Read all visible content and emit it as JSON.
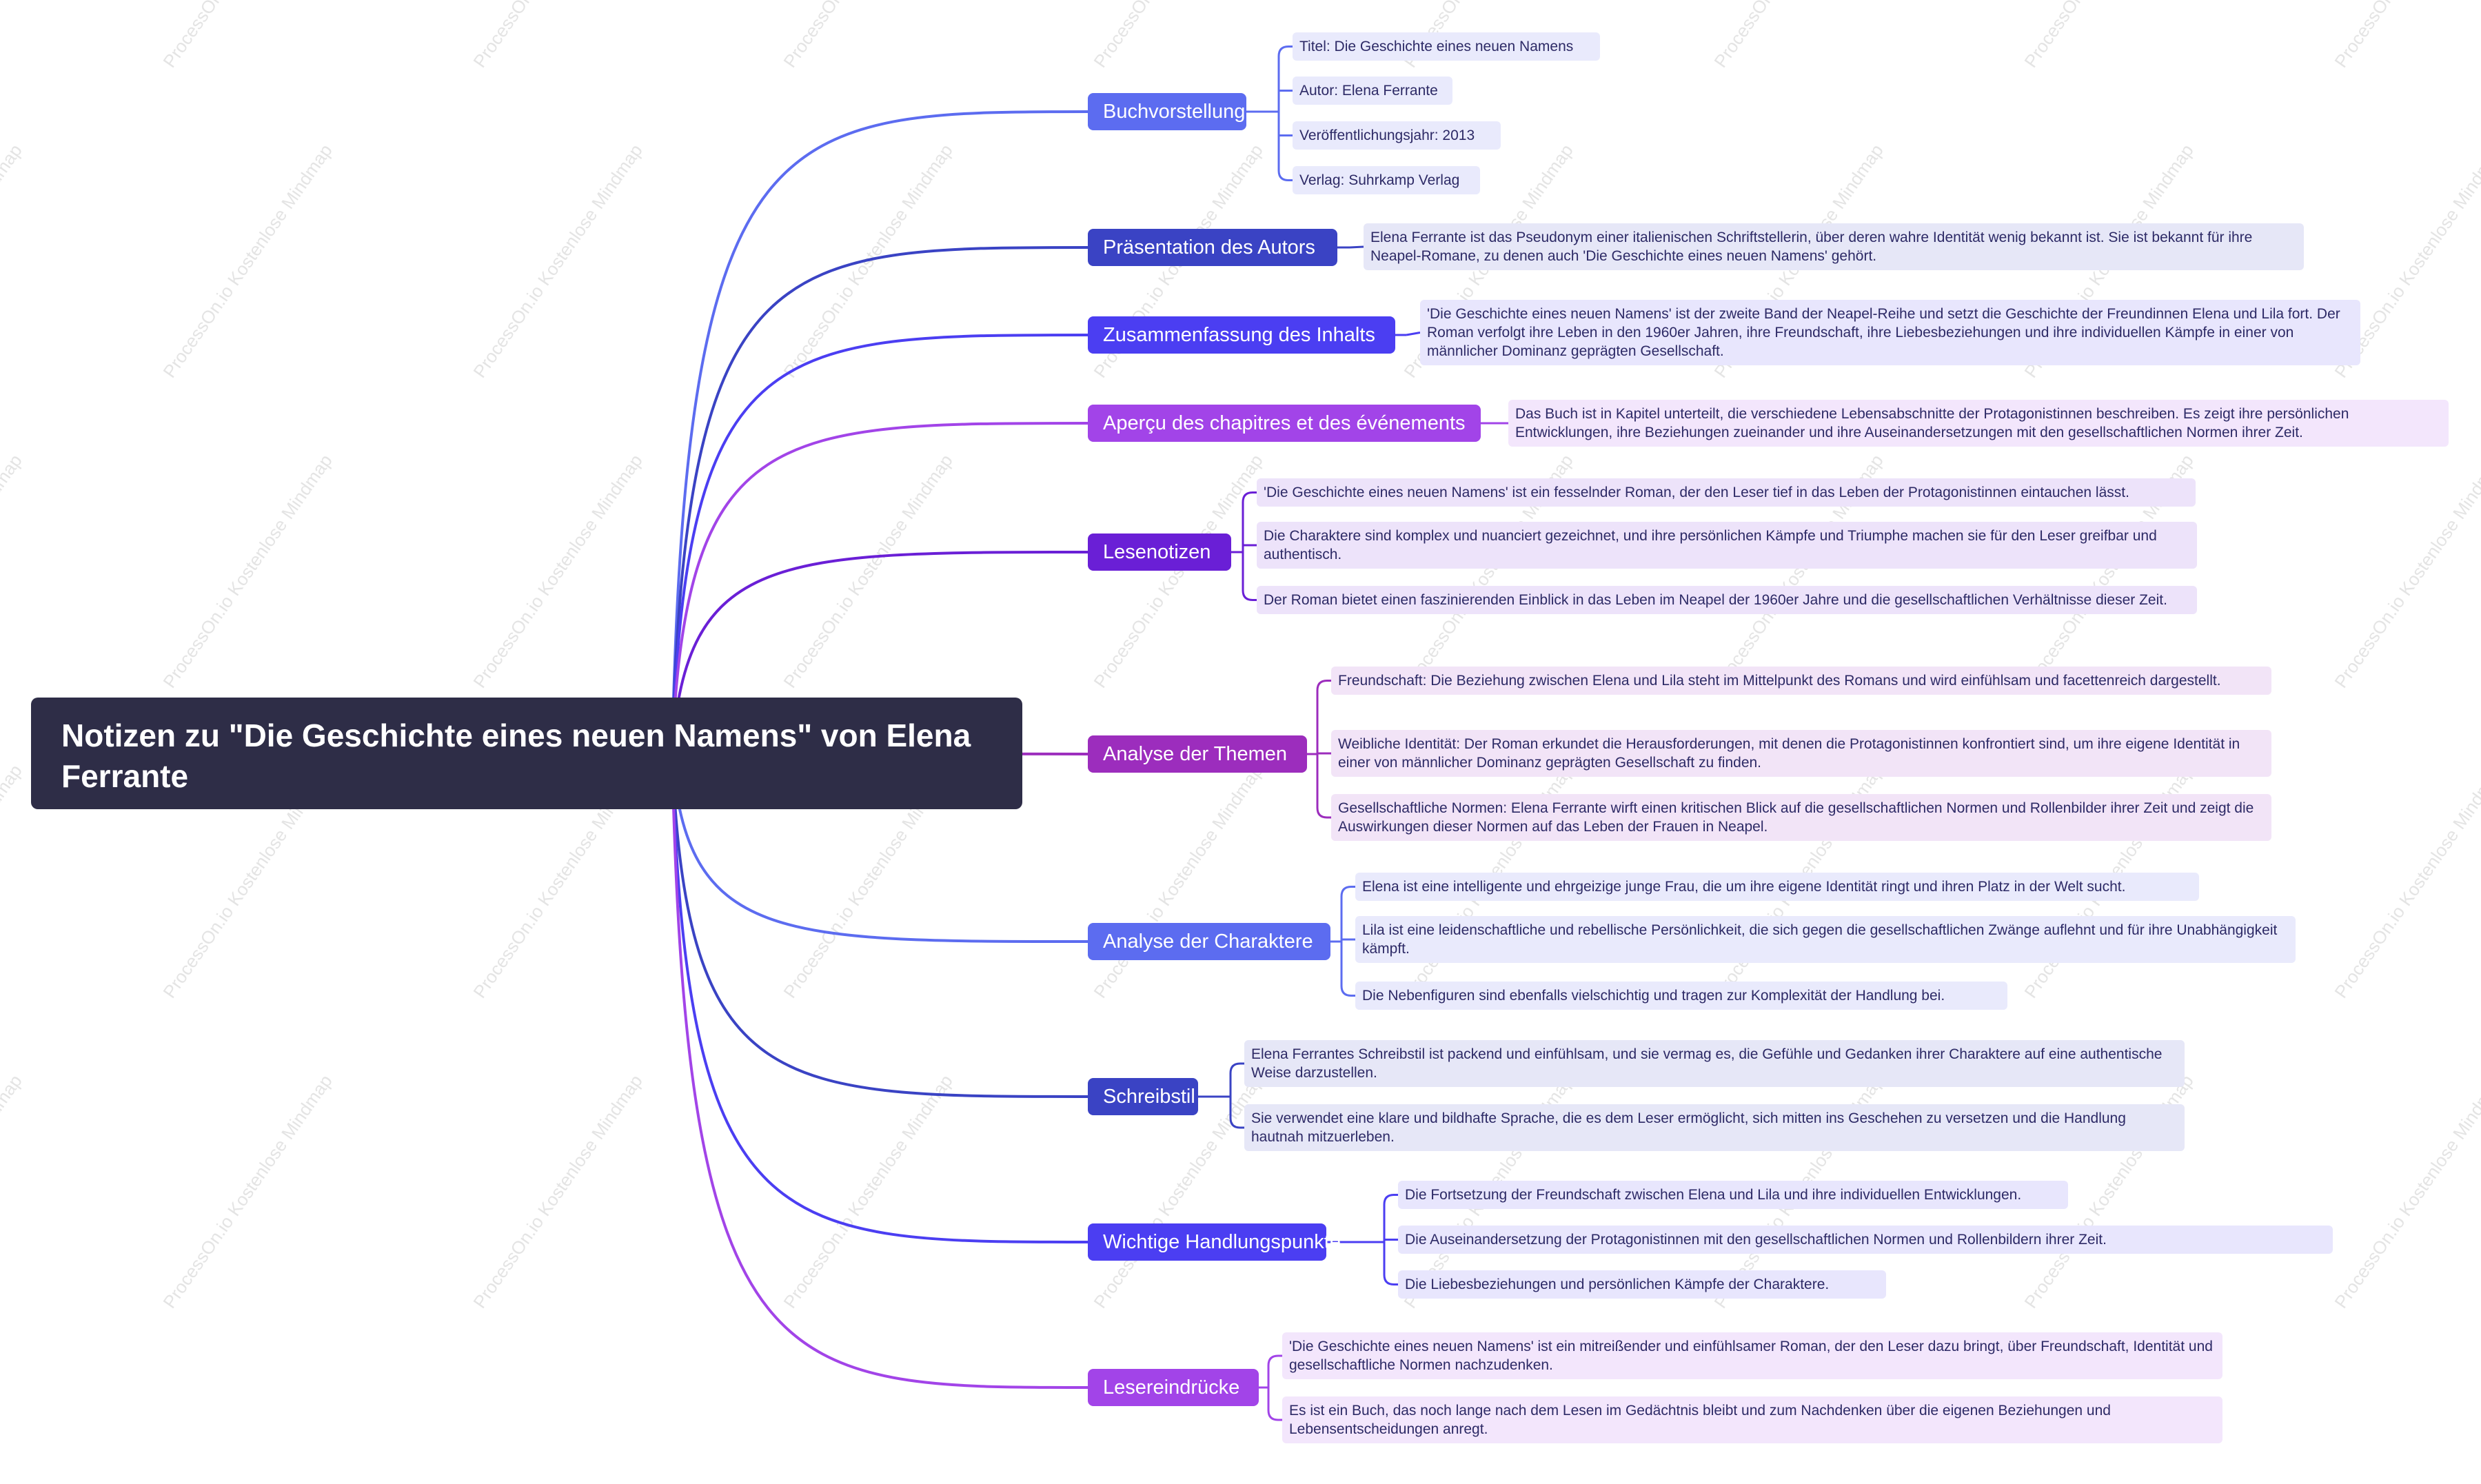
{
  "root": {
    "title": "Notizen zu \"Die Geschichte eines neuen Namens\" von Elena Ferrante"
  },
  "watermark": "ProcessOn.io Kostenlose Mindmap",
  "topics": [
    {
      "label": "Buchvorstellung",
      "color": "#5c6cf0",
      "leaf_bg": "#e9eafc",
      "leaves": [
        "Titel: Die Geschichte eines neuen Namens",
        "Autor: Elena Ferrante",
        "Veröffentlichungsjahr: 2013",
        "Verlag: Suhrkamp Verlag"
      ]
    },
    {
      "label": "Präsentation des Autors",
      "color": "#3a43c4",
      "leaf_bg": "#e6e7f7",
      "leaves": [
        "Elena Ferrante ist das Pseudonym einer italienischen Schriftstellerin, über deren wahre Identität wenig bekannt ist. Sie ist bekannt für ihre Neapel-Romane, zu denen auch 'Die Geschichte eines neuen Namens' gehört."
      ]
    },
    {
      "label": "Zusammenfassung des Inhalts",
      "color": "#4b3ef2",
      "leaf_bg": "#e8e6fd",
      "leaves": [
        "'Die Geschichte eines neuen Namens' ist der zweite Band der Neapel-Reihe und setzt die Geschichte der Freundinnen Elena und Lila fort. Der Roman verfolgt ihre Leben in den 1960er Jahren, ihre Freundschaft, ihre Liebesbeziehungen und ihre individuellen Kämpfe in einer von männlicher Dominanz geprägten Gesellschaft."
      ]
    },
    {
      "label": "Aperçu des chapitres et des événements",
      "color": "#a244e8",
      "leaf_bg": "#f3e6fc",
      "leaves": [
        "Das Buch ist in Kapitel unterteilt, die verschiedene Lebensabschnitte der Protagonistinnen beschreiben. Es zeigt ihre persönlichen Entwicklungen, ihre Beziehungen zueinander und ihre Auseinandersetzungen mit den gesellschaftlichen Normen ihrer Zeit."
      ]
    },
    {
      "label": "Lesenotizen",
      "color": "#6a1fd6",
      "leaf_bg": "#ede3fa",
      "leaves": [
        "'Die Geschichte eines neuen Namens' ist ein fesselnder Roman, der den Leser tief in das Leben der Protagonistinnen eintauchen lässt.",
        "Die Charaktere sind komplex und nuanciert gezeichnet, und ihre persönlichen Kämpfe und Triumphe machen sie für den Leser greifbar und authentisch.",
        "Der Roman bietet einen faszinierenden Einblick in das Leben im Neapel der 1960er Jahre und die gesellschaftlichen Verhältnisse dieser Zeit."
      ]
    },
    {
      "label": "Analyse der Themen",
      "color": "#9c2dbd",
      "leaf_bg": "#f2e4f7",
      "leaves": [
        "Freundschaft: Die Beziehung zwischen Elena und Lila steht im Mittelpunkt des Romans und wird einfühlsam und facettenreich dargestellt.",
        "Weibliche Identität: Der Roman erkundet die Herausforderungen, mit denen die Protagonistinnen konfrontiert sind, um ihre eigene Identität in einer von männlicher Dominanz geprägten Gesellschaft zu finden.",
        "Gesellschaftliche Normen: Elena Ferrante wirft einen kritischen Blick auf die gesellschaftlichen Normen und Rollenbilder ihrer Zeit und zeigt die Auswirkungen dieser Normen auf das Leben der Frauen in Neapel."
      ]
    },
    {
      "label": "Analyse der Charaktere",
      "color": "#5c6cf0",
      "leaf_bg": "#e9eafc",
      "leaves": [
        "Elena ist eine intelligente und ehrgeizige junge Frau, die um ihre eigene Identität ringt und ihren Platz in der Welt sucht.",
        "Lila ist eine leidenschaftliche und rebellische Persönlichkeit, die sich gegen die gesellschaftlichen Zwänge auflehnt und für ihre Unabhängigkeit kämpft.",
        "Die Nebenfiguren sind ebenfalls vielschichtig und tragen zur Komplexität der Handlung bei."
      ]
    },
    {
      "label": "Schreibstil",
      "color": "#3a43c4",
      "leaf_bg": "#e6e7f7",
      "leaves": [
        "Elena Ferrantes Schreibstil ist packend und einfühlsam, und sie vermag es, die Gefühle und Gedanken ihrer Charaktere auf eine authentische Weise darzustellen.",
        "Sie verwendet eine klare und bildhafte Sprache, die es dem Leser ermöglicht, sich mitten ins Geschehen zu versetzen und die Handlung hautnah mitzuerleben."
      ]
    },
    {
      "label": "Wichtige Handlungspunkte",
      "color": "#4b3ef2",
      "leaf_bg": "#e8e6fd",
      "leaves": [
        "Die Fortsetzung der Freundschaft zwischen Elena und Lila und ihre individuellen Entwicklungen.",
        "Die Auseinandersetzung der Protagonistinnen mit den gesellschaftlichen Normen und Rollenbildern ihrer Zeit.",
        "Die Liebesbeziehungen und persönlichen Kämpfe der Charaktere."
      ]
    },
    {
      "label": "Lesereindrücke",
      "color": "#a244e8",
      "leaf_bg": "#f3e6fc",
      "leaves": [
        "'Die Geschichte eines neuen Namens' ist ein mitreißender und einfühlsamer Roman, der den Leser dazu bringt, über Freundschaft, Identität und gesellschaftliche Normen nachzudenken.",
        "Es ist ein Buch, das noch lange nach dem Lesen im Gedächtnis bleibt und zum Nachdenken über die eigenen Beziehungen und Lebensentscheidungen anregt."
      ]
    }
  ]
}
